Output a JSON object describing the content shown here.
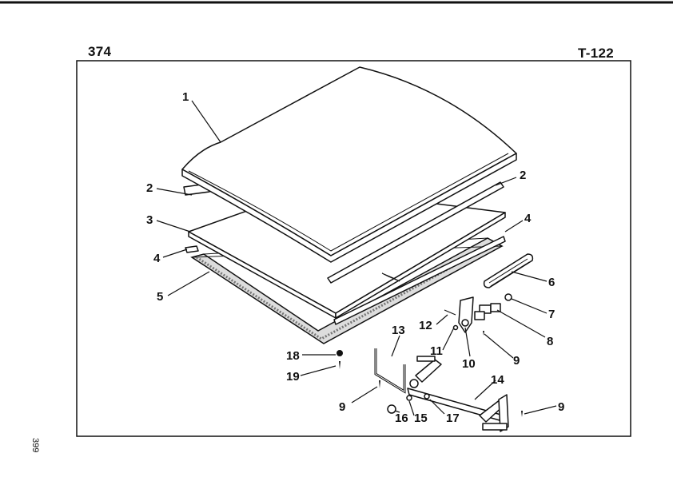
{
  "header": {
    "page_number": "374",
    "ref_code": "T-122"
  },
  "side_number": "399",
  "callouts": {
    "c1": "1",
    "c2a": "2",
    "c2b": "2",
    "c3": "3",
    "c4a": "4",
    "c4b": "4",
    "c5": "5",
    "c6": "6",
    "c7": "7",
    "c8": "8",
    "c9a": "9",
    "c9b": "9",
    "c9c": "9",
    "c10": "10",
    "c11": "11",
    "c12": "12",
    "c13": "13",
    "c14": "14",
    "c15": "15",
    "c16": "16",
    "c17": "17",
    "c18": "18",
    "c19": "19"
  }
}
